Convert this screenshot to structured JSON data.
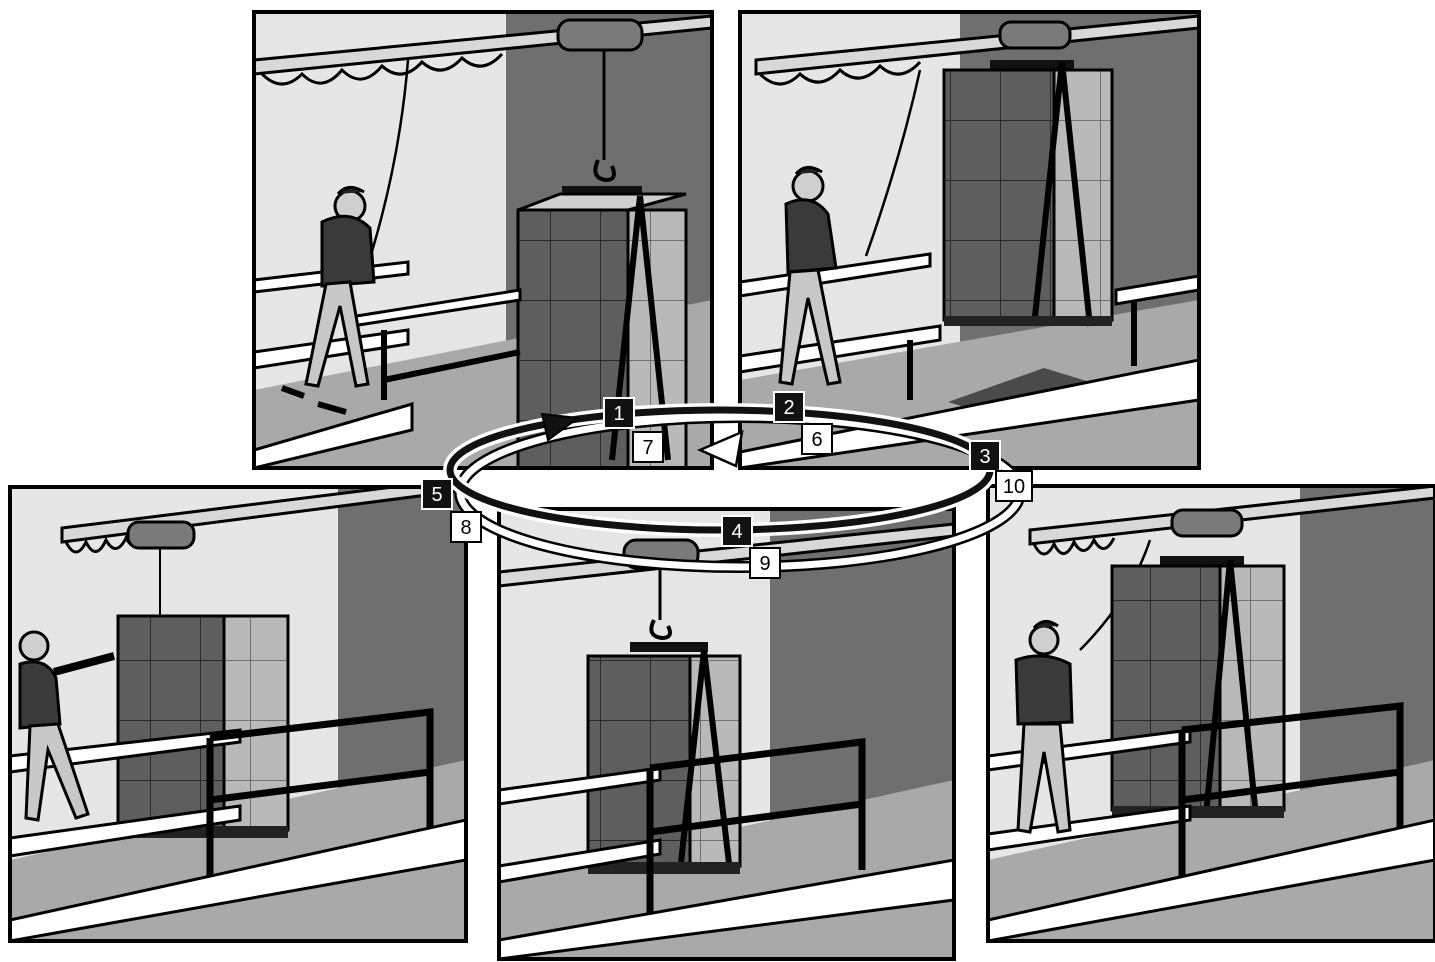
{
  "panels": [
    {
      "id": "top-left",
      "description_key": "loading"
    },
    {
      "id": "top-right",
      "description_key": "lifted"
    },
    {
      "id": "bottom-left",
      "description_key": "guiding"
    },
    {
      "id": "bottom-center",
      "description_key": "lowering"
    },
    {
      "id": "bottom-right",
      "description_key": "positioned"
    }
  ],
  "cycle": {
    "working_steps": [
      "1",
      "2",
      "3",
      "4",
      "5"
    ],
    "return_steps": [
      "6",
      "7",
      "8",
      "9",
      "10"
    ]
  },
  "colors": {
    "working_arrow": "#111111",
    "return_arrow": "#ffffff",
    "frame": "#000000",
    "wall_light": "#e4e4e4",
    "wall_dark": "#6e6e6e",
    "floor": "#a8a8a8",
    "box_dark": "#555555",
    "box_light": "#bdbdbd"
  },
  "icons": [
    "crane-hoist-icon",
    "pallet-load-icon",
    "operator-icon",
    "guard-rail-icon"
  ]
}
